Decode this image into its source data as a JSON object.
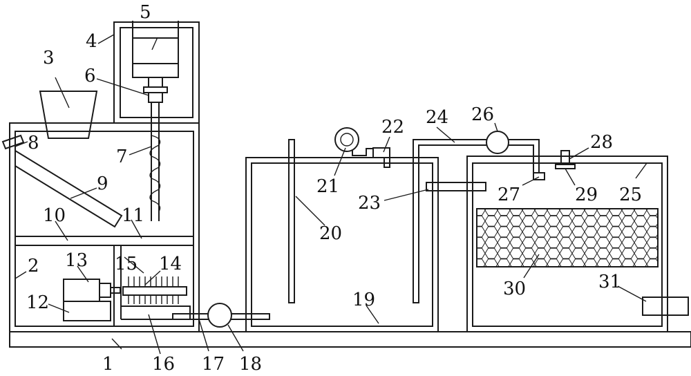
{
  "figure": {
    "labels": {
      "l1": "1",
      "l2": "2",
      "l3": "3",
      "l4": "4",
      "l5": "5",
      "l6": "6",
      "l7": "7",
      "l8": "8",
      "l9": "9",
      "l10": "10",
      "l11": "11",
      "l12": "12",
      "l13": "13",
      "l14": "14",
      "l15": "15",
      "l16": "16",
      "l17": "17",
      "l18": "18",
      "l19": "19",
      "l20": "20",
      "l21": "21",
      "l22": "22",
      "l23": "23",
      "l24": "24",
      "l25": "25",
      "l26": "26",
      "l27": "27",
      "l28": "28",
      "l29": "29",
      "l30": "30",
      "l31": "31"
    }
  }
}
